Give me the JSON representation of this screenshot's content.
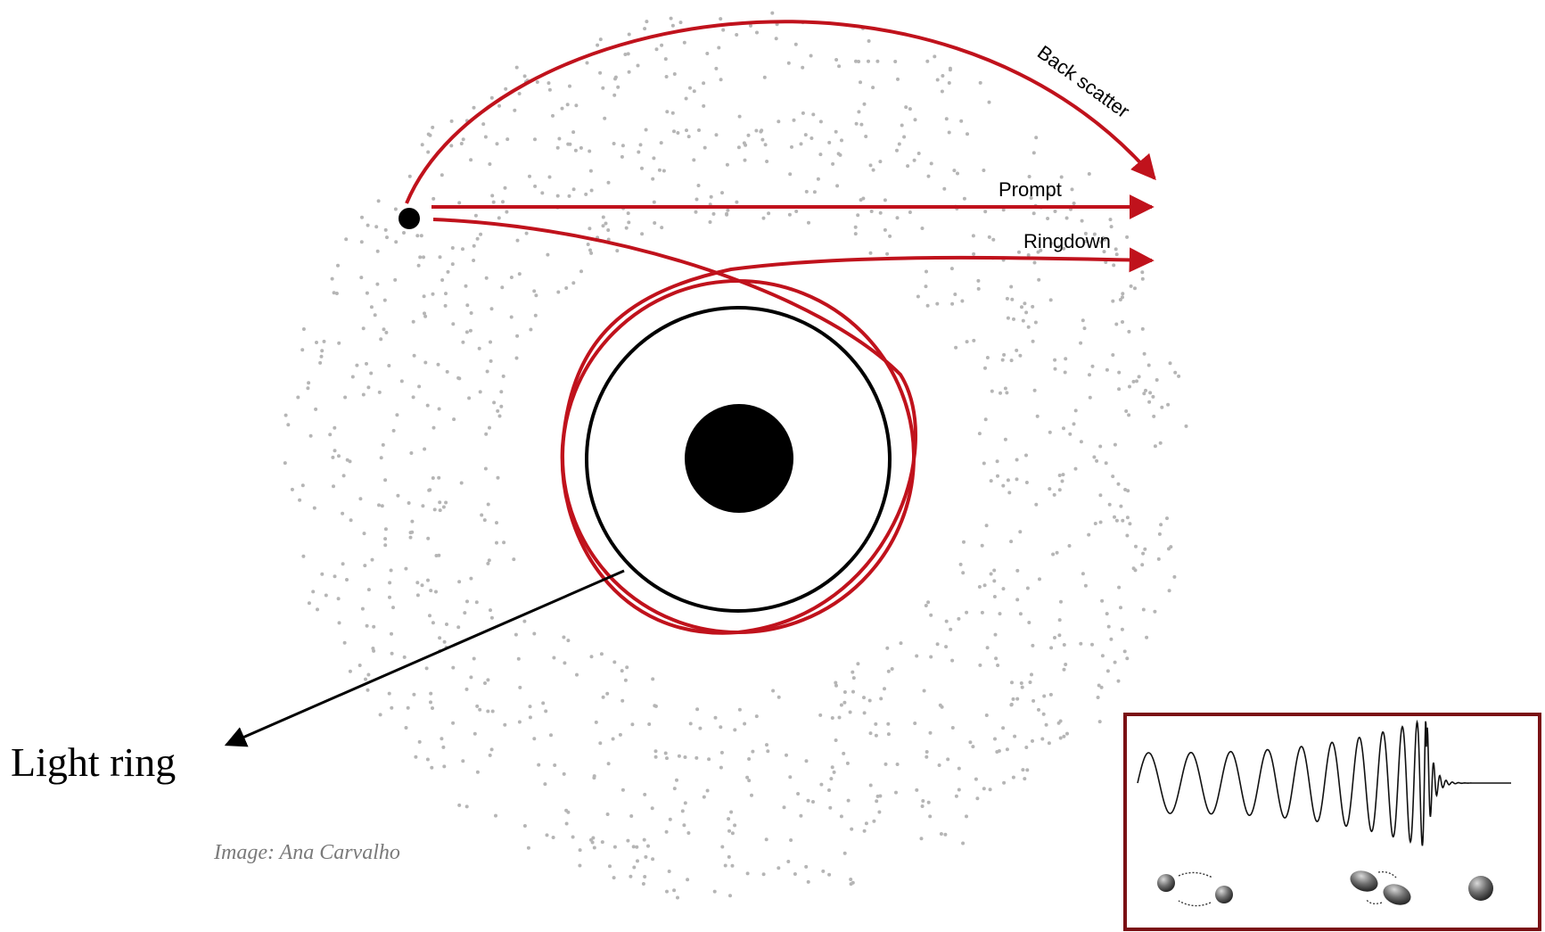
{
  "labels": {
    "back_scatter": "Back scatter",
    "prompt": "Prompt",
    "ringdown": "Ringdown",
    "light_ring": "Light ring",
    "credit": "Image: Ana Carvalho"
  },
  "colors": {
    "path_red": "#c0121c",
    "ink": "#000000",
    "dust": "#b5b5b5",
    "inset_border": "#7a1014"
  },
  "icons": {
    "source": "source-particle-icon",
    "black_hole": "black-hole-icon",
    "waveform": "gravitational-waveform-icon"
  }
}
